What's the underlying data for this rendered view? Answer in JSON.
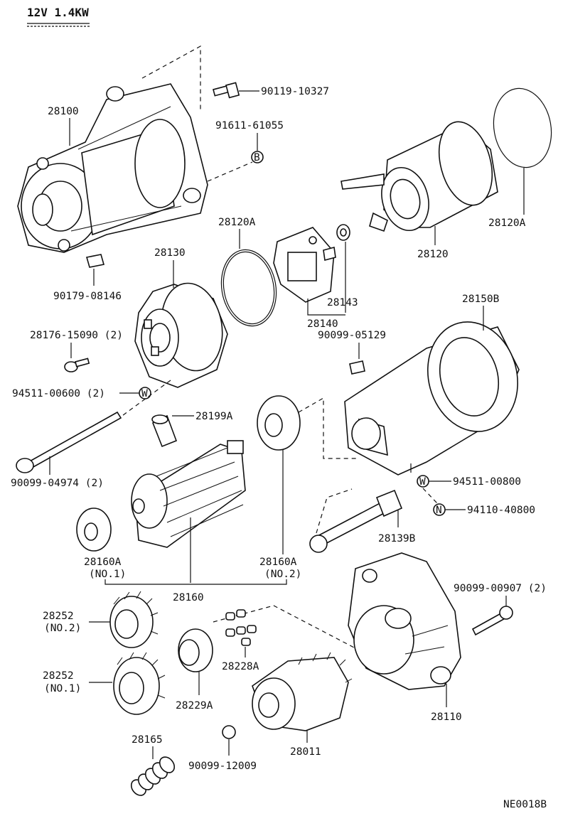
{
  "title": "12V 1.4KW",
  "code": "NE0018B",
  "badges": {
    "b": "B",
    "w": "W",
    "n": "N"
  },
  "labels": {
    "p28100": "28100",
    "p90119": "90119-10327",
    "p91611": "91611-61055",
    "p28120A_top": "28120A",
    "p28120A_right": "28120A",
    "p28120": "28120",
    "p90179": "90179-08146",
    "p28130": "28130",
    "p28143": "28143",
    "p28140": "28140",
    "p28150B": "28150B",
    "p28176": "28176-15090 (2)",
    "p90099_05129": "90099-05129",
    "p94511_00600": "94511-00600 (2)",
    "p28199A": "28199A",
    "p90099_04974": "90099-04974 (2)",
    "p94511_00800": "94511-00800",
    "p94110": "94110-40800",
    "p28139B": "28139B",
    "p28160A_left": "28160A",
    "p28160A_left_sub": "(NO.1)",
    "p28160A_right": "28160A",
    "p28160A_right_sub": "(NO.2)",
    "p28160": "28160",
    "p90099_00907": "90099-00907 (2)",
    "p28252_top": "28252",
    "p28252_top_sub": "(NO.2)",
    "p28252_bot": "28252",
    "p28252_bot_sub": "(NO.1)",
    "p28228A": "28228A",
    "p28229A": "28229A",
    "p28110": "28110",
    "p28011": "28011",
    "p28165": "28165",
    "p90099_12009": "90099-12009"
  }
}
